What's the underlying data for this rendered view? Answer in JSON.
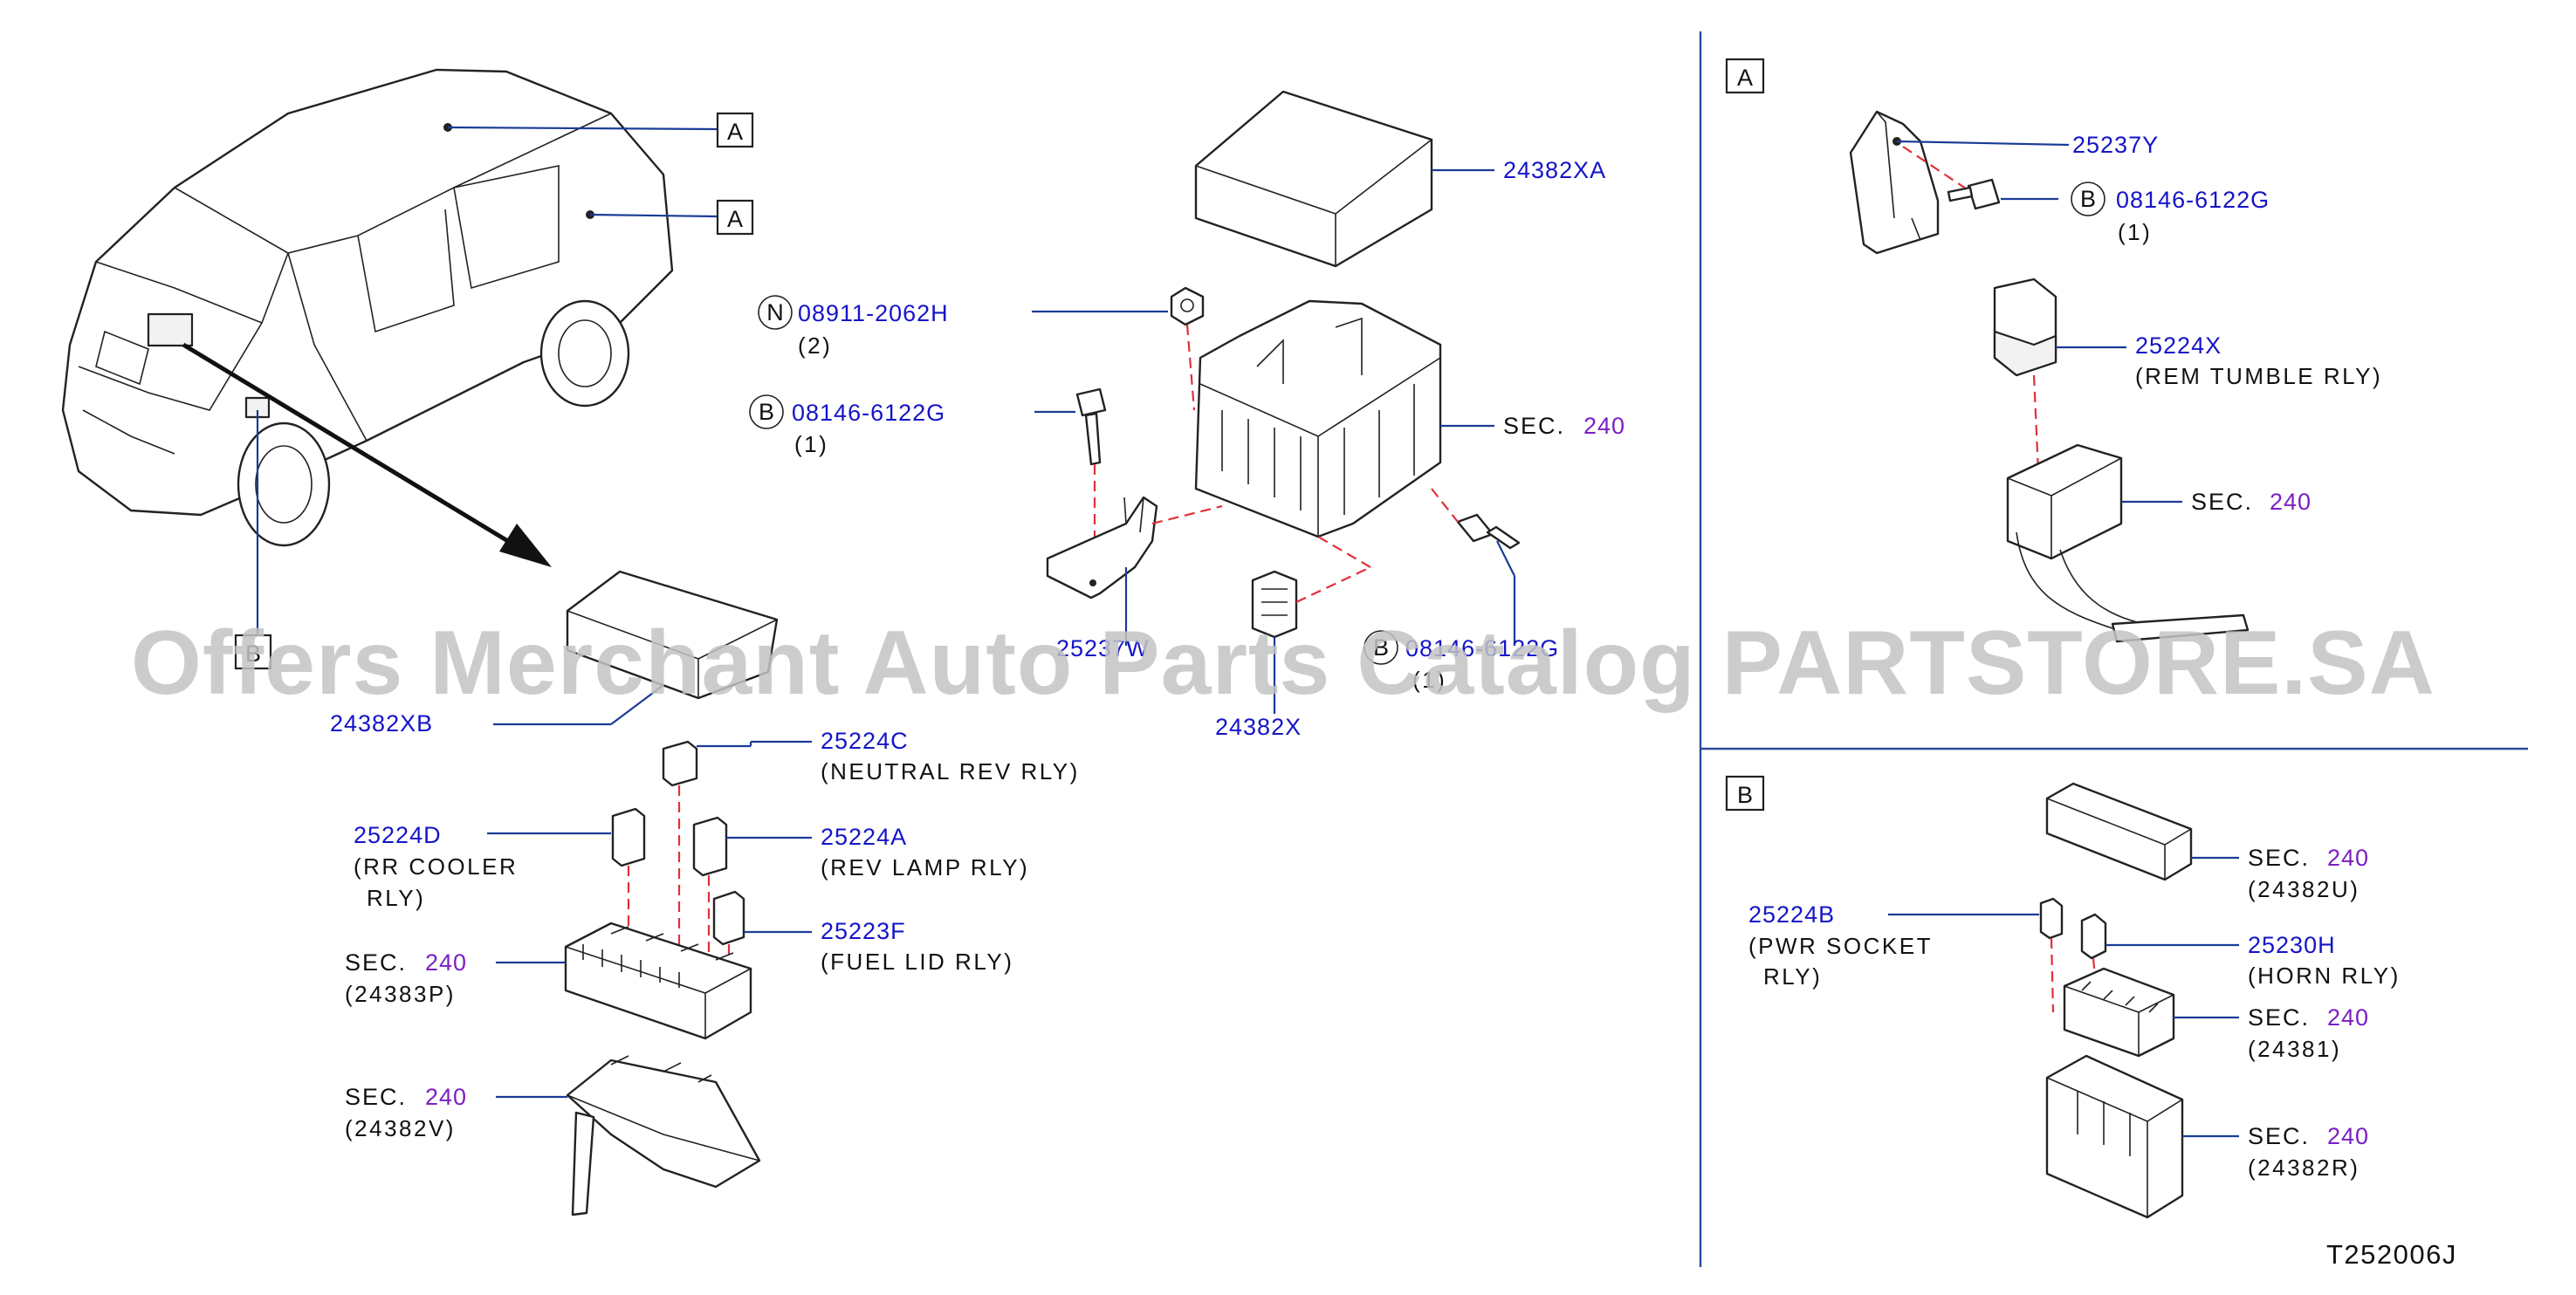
{
  "diagram_code": "T252006J",
  "watermark": "Offers Merchant Auto Parts Catalog PARTSTORE.SA",
  "view_labels": {
    "car_a1": "A",
    "car_a2": "A",
    "car_b": "B",
    "panel_a": "A",
    "panel_b": "B"
  },
  "center": {
    "p24382XA": "24382XA",
    "nut_circle": "N",
    "nut_pn": "08911-2062H",
    "nut_qty": "(2)",
    "bolt1_circle": "B",
    "bolt1_pn": "08146-6122G",
    "bolt1_qty": "(1)",
    "sec_main": "SEC.",
    "sec_main_num": "240",
    "bracket_pn": "25237W",
    "bolt2_circle": "B",
    "bolt2_pn": "08146-6122G",
    "bolt2_qty": "(1)",
    "p24382X": "24382X",
    "p24382XB": "24382XB"
  },
  "relays": {
    "c_pn": "25224C",
    "c_name": "(NEUTRAL REV RLY)",
    "d_pn": "25224D",
    "d_name1": "(RR COOLER",
    "d_name2": "RLY)",
    "a_pn": "25224A",
    "a_name": "(REV LAMP RLY)",
    "f_pn": "25223F",
    "f_name": "(FUEL LID RLY)",
    "sec1": "SEC.",
    "sec1_num": "240",
    "sec1_ref": "(24383P)",
    "sec2": "SEC.",
    "sec2_num": "240",
    "sec2_ref": "(24382V)"
  },
  "panel_a": {
    "bracket_pn": "25237Y",
    "bolt_circle": "B",
    "bolt_pn": "08146-6122G",
    "bolt_qty": "(1)",
    "relay_pn": "25224X",
    "relay_name": "(REM TUMBLE RLY)",
    "sec": "SEC.",
    "sec_num": "240"
  },
  "panel_b": {
    "sec1": "SEC.",
    "sec1_num": "240",
    "sec1_ref": "(24382U)",
    "relay_b_pn": "25224B",
    "relay_b_name1": "(PWR SOCKET",
    "relay_b_name2": "RLY)",
    "horn_pn": "25230H",
    "horn_name": "(HORN RLY)",
    "sec2": "SEC.",
    "sec2_num": "240",
    "sec2_ref": "(24381)",
    "sec3": "SEC.",
    "sec3_num": "240",
    "sec3_ref": "(24382R)"
  }
}
